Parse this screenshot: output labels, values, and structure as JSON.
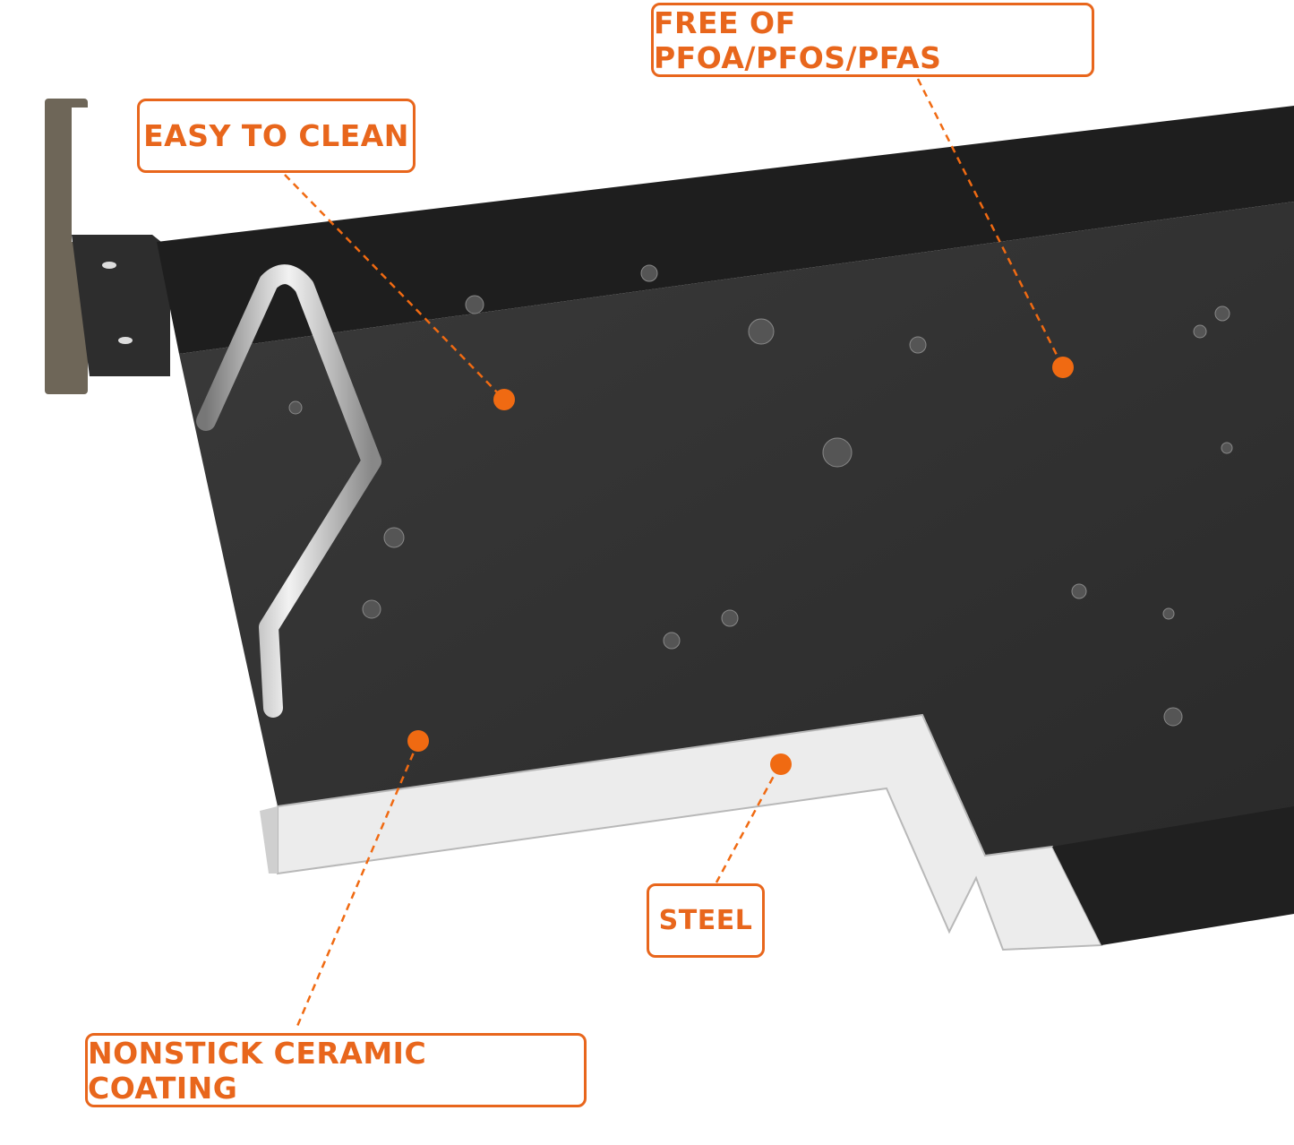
{
  "product": {
    "subject": "griddle plate with handle and side bracket",
    "colors": {
      "accent": "#e8661c",
      "coating": "#2e2e2e",
      "steel_edge": "#e6e6e6",
      "background": "#ffffff"
    }
  },
  "callouts": [
    {
      "id": "easy-to-clean",
      "label": "EASY TO CLEAN"
    },
    {
      "id": "free-of",
      "label": "FREE OF PFOA/PFOS/PFAS"
    },
    {
      "id": "steel",
      "label": "STEEL"
    },
    {
      "id": "nonstick",
      "label": "NONSTICK CERAMIC COATING"
    }
  ]
}
